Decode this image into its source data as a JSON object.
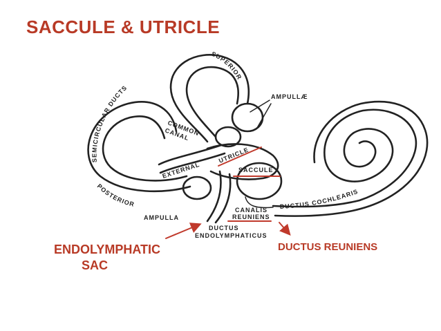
{
  "title": "SACCULE & UTRICLE",
  "captions": {
    "endolymphatic_sac_line1": "ENDOLYMPHATIC",
    "endolymphatic_sac_line2": "SAC",
    "ductus_reuniens": "DUCTUS REUNIENS"
  },
  "diagram_labels": {
    "superior": "SUPERIOR",
    "semicircular_ducts": "SEMICIRCULAR DUCTS",
    "ampullae": "AMPULLÆ",
    "common_canal_1": "COMMON",
    "common_canal_2": "CANAL",
    "external": "EXTERNAL",
    "utricle": "UTRICLE",
    "saccule": "SACCULE",
    "posterior": "POSTERIOR",
    "ampulla": "AMPULLA",
    "canalis": "CANALIS",
    "reuniens": "REUNIENS",
    "ductus_cochlearis": "DUCTUS COCHLEARIS",
    "ductus": "DUCTUS",
    "endolymphaticus": "ENDOLYMPHATICUS"
  },
  "colors": {
    "accent": "#b83a26",
    "marker": "#c0392b",
    "line": "#222222"
  }
}
